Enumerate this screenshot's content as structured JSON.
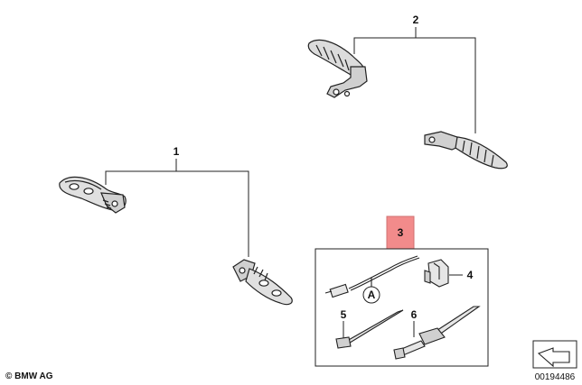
{
  "callouts": {
    "c1": "1",
    "c2": "2",
    "c3": "3",
    "c4": "4",
    "c5": "5",
    "c6": "6",
    "cA": "A"
  },
  "footer": {
    "copyright": "© BMW AG",
    "diagram_number": "00194486"
  },
  "colors": {
    "highlight": "#f28b8b",
    "line": "#222222"
  }
}
